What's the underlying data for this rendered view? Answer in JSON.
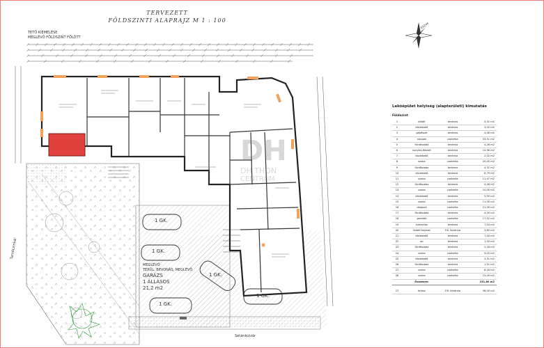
{
  "plan": {
    "title_lines": [
      "TERVEZETT",
      "FÖLDSZINTI ALAPRAJZ   M 1 : 100"
    ],
    "roof_note_lines": [
      "TETŐ KIEMELÉSE",
      "MEGLÉVŐ FÖLDSZINT FÖLÖTT"
    ],
    "garage_note_lines": [
      "MEGLÉVŐ",
      "TERÜL. BEVONÁS, MEGLÉVŐ",
      "GARÁZS",
      "1 ÁLLÁSOS",
      "21,2 m2"
    ],
    "parking_labels": [
      "1 GK.",
      "1 GK.",
      "1 GK.",
      "1 GK.",
      "1 GK."
    ],
    "street_bottom": "Sétánkútzár",
    "street_left": "Tarnóczinkár",
    "compass_label": "ÉSZAK",
    "watermark_lines": [
      "DH",
      "DH THON",
      "CENTRUM"
    ]
  },
  "table": {
    "title": "Lakóépület helyiség (alapterületi) kimutatás",
    "floor_label": "Földszint",
    "rows": [
      {
        "n": "1",
        "name": "előtér",
        "floor": "kerámia",
        "area": "4,31 m2"
      },
      {
        "n": "2",
        "name": "közlekedő",
        "floor": "kerámia",
        "area": "3,00 m2"
      },
      {
        "n": "3",
        "name": "gépészet",
        "floor": "kerámia",
        "area": "4,06 m2"
      },
      {
        "n": "4",
        "name": "nappali",
        "floor": "parketta",
        "area": "33,51 m2"
      },
      {
        "n": "5",
        "name": "fürdőszoba",
        "floor": "kerámia",
        "area": "4,26 m2"
      },
      {
        "n": "6",
        "name": "konyha-étkező",
        "floor": "kerámia",
        "area": "14,96 m2"
      },
      {
        "n": "7",
        "name": "közlekedő",
        "floor": "kerámia",
        "area": "2,02 m2"
      },
      {
        "n": "8",
        "name": "szoba",
        "floor": "parketta",
        "area": "20,05 m2"
      },
      {
        "n": "9",
        "name": "fürdőszoba",
        "floor": "kerámia",
        "area": "4,31 m2"
      },
      {
        "n": "10",
        "name": "közlekedő",
        "floor": "kerámia",
        "area": "8,79 m2"
      },
      {
        "n": "11",
        "name": "szoba",
        "floor": "parketta",
        "area": "11,47 m2"
      },
      {
        "n": "12",
        "name": "fürdőszoba",
        "floor": "kerámia",
        "area": "4,46 m2"
      },
      {
        "n": "13",
        "name": "szoba",
        "floor": "parketta",
        "area": "10,00 m2"
      },
      {
        "n": "14",
        "name": "közlekedő",
        "floor": "kerámia",
        "area": "5,93 m2"
      },
      {
        "n": "15",
        "name": "szoba",
        "floor": "parketta",
        "area": "11,00 m2"
      },
      {
        "n": "16",
        "name": "dolgozó",
        "floor": "parketta",
        "area": "21,09 m2"
      },
      {
        "n": "17",
        "name": "fürdőszoba",
        "floor": "kerámia",
        "area": "4,20 m2"
      },
      {
        "n": "18",
        "name": "gardrób",
        "floor": "parketta",
        "area": "17,52 m2"
      },
      {
        "n": "19",
        "name": "háztartás",
        "floor": "kerámia",
        "area": "7,54 m2"
      },
      {
        "n": "20",
        "name": "fedett bejárat",
        "floor": "F.B. Kerámia",
        "area": "3,85 m2"
      },
      {
        "n": "21",
        "name": "közlekedő",
        "floor": "kerámia",
        "area": "7,40 m2"
      },
      {
        "n": "22",
        "name": "wc",
        "floor": "kerámia",
        "area": "1,33 m2"
      },
      {
        "n": "23",
        "name": "fürdőszoba",
        "floor": "kerámia",
        "area": "2,18 m2"
      },
      {
        "n": "24",
        "name": "szoba",
        "floor": "parketta",
        "area": "9,02 m2"
      },
      {
        "n": "25",
        "name": "közlekedő",
        "floor": "kerámia",
        "area": "3,51 m2"
      },
      {
        "n": "26",
        "name": "fürdőszoba",
        "floor": "kerámia",
        "area": "1,51 m2"
      },
      {
        "n": "27",
        "name": "szoba",
        "floor": "parketta",
        "area": "8,18 m2"
      },
      {
        "n": "28",
        "name": "szoba",
        "floor": "parketta",
        "area": "15,49 m2"
      }
    ],
    "sum_label": "Összesen:",
    "sum_value": "231,80 m2",
    "extra": {
      "n": "27",
      "name": "terasz",
      "floor": "F.B. Kerámia",
      "area": "38,00 m2"
    }
  },
  "colors": {
    "highlight": "#e0413d",
    "frame": "#ef7b7b"
  }
}
